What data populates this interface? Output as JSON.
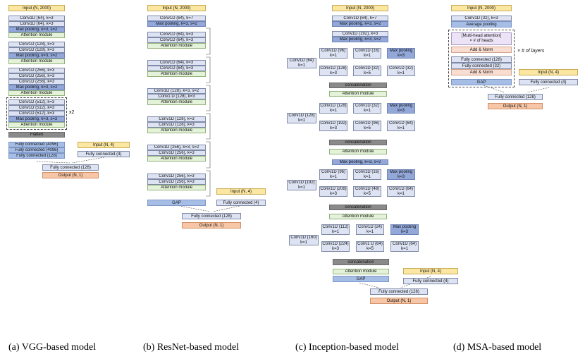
{
  "vgg": {
    "input": "Input (N, 2000)",
    "b1": [
      "Conv1D (64), k=3",
      "Conv1D (64), k=3"
    ],
    "b1_pool": "Max pooling, k=3, s=2",
    "b1_att": "Attention module",
    "b2": [
      "Conv1D (128), k=3",
      "Conv1D (128), k=3"
    ],
    "b2_pool": "Max pooling, k=3, s=2",
    "b2_att": "Attention module",
    "b3": [
      "Conv1D (256), k=3",
      "Conv1D (256), k=3",
      "Conv1D (256), k=3"
    ],
    "b3_pool": "Max pooling, k=3, s=2",
    "b3_att": "Attention module",
    "b4": [
      "Conv1D (512), k=3",
      "Conv1D (512), k=3",
      "Conv1D (512), k=3"
    ],
    "b4_pool": "Max pooling, k=3, s=2",
    "b4_att": "Attention module",
    "repeat": "x2",
    "flatten": "Flatten",
    "fc": [
      "Fully connected (4096)",
      "Fully connected (4096)",
      "Fully connected (128)"
    ],
    "input2": "Input (N, 4)",
    "fc4": "Fully connected (4)",
    "fc128": "Fully connected (128)",
    "output": "Output (N, 1)",
    "caption": "(a) VGG-based model"
  },
  "resnet": {
    "input": "Input (N, 2000)",
    "conv0": "Conv1D (64), k=7",
    "pool0": "Max pooling, k=3, s=2",
    "r1": [
      "Conv1D (64), k=3",
      "Conv1D (64), k=3"
    ],
    "r1_att": "Attention module",
    "r2": [
      "Conv1D (64), k=3",
      "Conv1D (64), k=3"
    ],
    "r2_att": "Attention module",
    "r3": [
      "Conv1D (128), k=3, s=2",
      "Conv1 D (128), k=3"
    ],
    "r3_att": "Attention module",
    "r4": [
      "Conv1D (128), k=3",
      "Conv1D (128), k=3"
    ],
    "r4_att": "Attention module",
    "r5": [
      "Conv1D (256), k=3, s=2",
      "Conv1D (256), k=3"
    ],
    "r5_att": "Attention module",
    "r6": [
      "Conv1D (256), k=3",
      "Conv1D (256), k=3"
    ],
    "r6_att": "Attention module",
    "gap": "GAP",
    "input2": "Input (N, 4)",
    "fc4": "Fully connected (4)",
    "fc128": "Fully connected (128)",
    "output": "Output (N, 1)",
    "caption": "(b) ResNet-based model"
  },
  "inception": {
    "input": "Input (N, 2000)",
    "conv0": "Conv1D (64), k=7",
    "pool0": "Max pooling, k=3, s=2",
    "conv1": "Conv1D (192), k=3",
    "pool1": "Max pooling, k=3, s=2",
    "m1": {
      "left": [
        "Conv1D (64)",
        "k=1"
      ],
      "top": [
        [
          "Conv1D (96)",
          "k=1"
        ],
        [
          "Conv1D (16)",
          "k=1"
        ],
        [
          "Max pooling",
          "k=3"
        ]
      ],
      "bottom": [
        [
          "Conv1D (128)",
          "k=3"
        ],
        [
          "Conv1D (32)",
          "k=5"
        ],
        [
          "Conv1D (32)",
          "k=1"
        ]
      ]
    },
    "m2": {
      "left": [
        "Conv1D (128)",
        "k=1"
      ],
      "top": [
        [
          "Conv1D (128)",
          "k=1"
        ],
        [
          "Conv1D (32)",
          "k=1"
        ],
        [
          "Max pooling",
          "k=3"
        ]
      ],
      "bottom": [
        [
          "Conv1D (192)",
          "k=3"
        ],
        [
          "Conv1D (96)",
          "k=5"
        ],
        [
          "Conv1D (64)",
          "k=1"
        ]
      ]
    },
    "pool2": "Max pooling, k=3, s=2",
    "m3": {
      "left": [
        "Conv1D (192)",
        "k=1"
      ],
      "top": [
        [
          "Conv1D (96)",
          "k=1"
        ],
        [
          "Conv1D (16)",
          "k=1"
        ],
        [
          "Max pooling",
          "k=3"
        ]
      ],
      "bottom": [
        [
          "Conv1D (208)",
          "k=3"
        ],
        [
          "Conv1D (48)",
          "k=5"
        ],
        [
          "Conv1D (64)",
          "k=1"
        ]
      ]
    },
    "m4": {
      "left": [
        "Conv1D (160)",
        "k=1"
      ],
      "top": [
        [
          "Conv1D (112)",
          "k=1"
        ],
        [
          "Conv1D (24)",
          "k=1"
        ],
        [
          "Max pooling",
          "k=3"
        ]
      ],
      "bottom": [
        [
          "Conv1D (224)",
          "k=3"
        ],
        [
          "Conv1 D (64)",
          "k=5"
        ],
        [
          "Conv1D (64)",
          "k=1"
        ]
      ]
    },
    "concat": "concatenation",
    "att": "Attention module",
    "gap": "GAP",
    "input2": "Input (N, 4)",
    "fc4": "Fully connected (4)",
    "fc128": "Fully connected (128)",
    "output": "Output (N, 1)",
    "caption": "(c) Inception-based model"
  },
  "msa": {
    "input": "Input (N, 2000)",
    "conv": "Conv1D (32), k=3",
    "pool": "Average pooling",
    "mha": [
      "[Multi-head attention]",
      "× # of heads"
    ],
    "addnorm1": "Add & Norm",
    "fc128a": "Fully connected (128)",
    "fc32": "Fully connected (32)",
    "addnorm2": "Add & Norm",
    "layers": "× # of layers",
    "gap": "GAP",
    "input2": "Input (N, 4)",
    "fc4": "Fully connected (4)",
    "fc128": "Fully connected (128)",
    "output": "Output (N, 1)",
    "caption": "(d) MSA-based model"
  }
}
